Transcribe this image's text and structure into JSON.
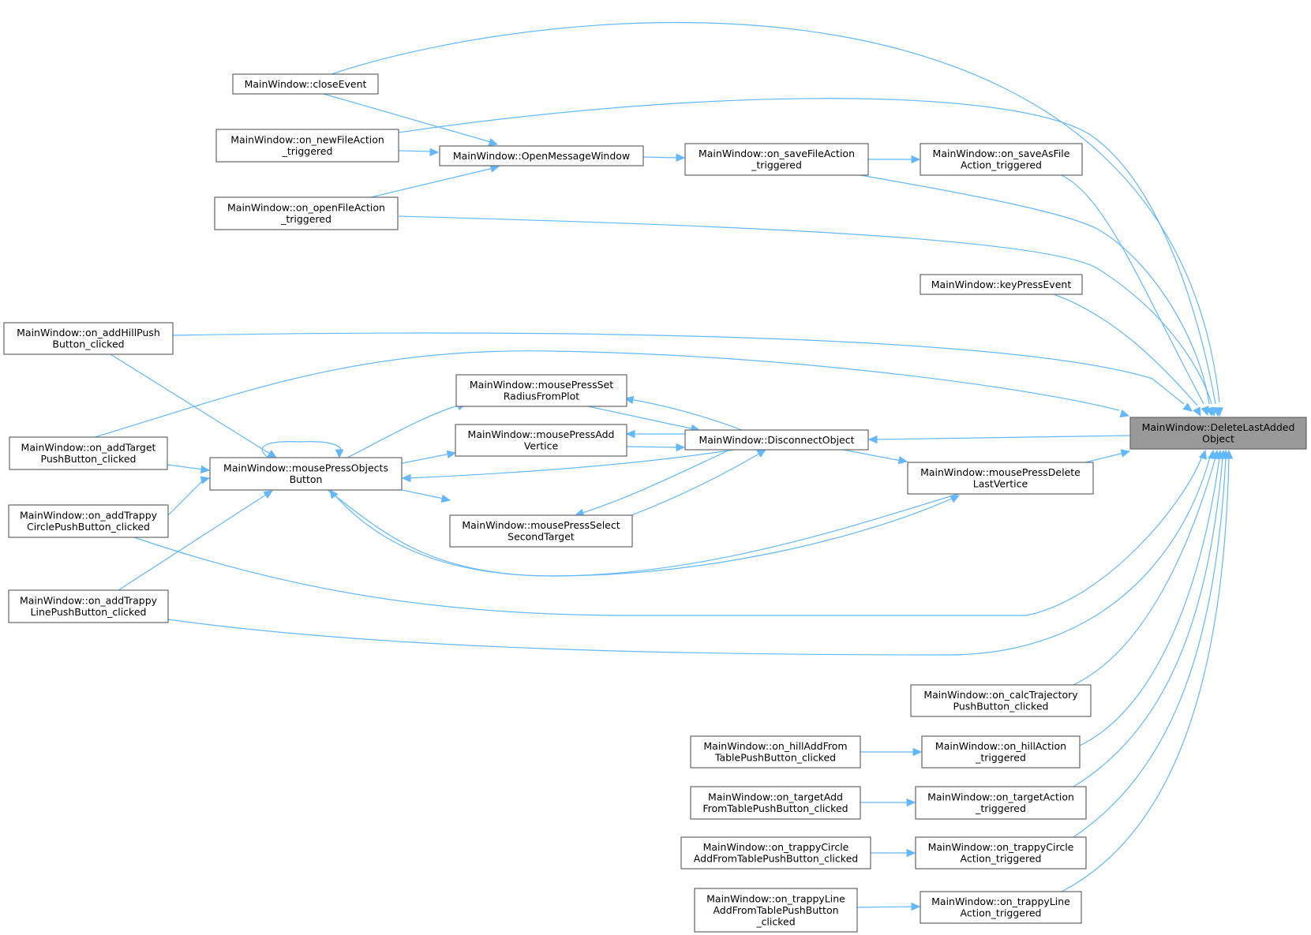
{
  "graph": {
    "colors": {
      "edge": "#63b8ff",
      "node_border": "#666666",
      "focus_fill": "#999999"
    },
    "nodes": [
      {
        "id": "focus",
        "lines": [
          "MainWindow::DeleteLastAdded",
          "Object"
        ],
        "focus": true
      },
      {
        "id": "closeEvent",
        "lines": [
          "MainWindow::closeEvent"
        ]
      },
      {
        "id": "newFile",
        "lines": [
          "MainWindow::on_newFileAction",
          "_triggered"
        ]
      },
      {
        "id": "openFile",
        "lines": [
          "MainWindow::on_openFileAction",
          "_triggered"
        ]
      },
      {
        "id": "openMsg",
        "lines": [
          "MainWindow::OpenMessageWindow"
        ]
      },
      {
        "id": "saveFile",
        "lines": [
          "MainWindow::on_saveFileAction",
          "_triggered"
        ]
      },
      {
        "id": "saveAs",
        "lines": [
          "MainWindow::on_saveAsFile",
          "Action_triggered"
        ]
      },
      {
        "id": "keyPress",
        "lines": [
          "MainWindow::keyPressEvent"
        ]
      },
      {
        "id": "addHill",
        "lines": [
          "MainWindow::on_addHillPush",
          "Button_clicked"
        ]
      },
      {
        "id": "setRadius",
        "lines": [
          "MainWindow::mousePressSet",
          "RadiusFromPlot"
        ]
      },
      {
        "id": "addVertice",
        "lines": [
          "MainWindow::mousePressAdd",
          "Vertice"
        ]
      },
      {
        "id": "disconnect",
        "lines": [
          "MainWindow::DisconnectObject"
        ]
      },
      {
        "id": "addTarget",
        "lines": [
          "MainWindow::on_addTarget",
          "PushButton_clicked"
        ]
      },
      {
        "id": "objButton",
        "lines": [
          "MainWindow::mousePressObjects",
          "Button"
        ]
      },
      {
        "id": "delLast",
        "lines": [
          "MainWindow::mousePressDelete",
          "LastVertice"
        ]
      },
      {
        "id": "trappyCircle",
        "lines": [
          "MainWindow::on_addTrappy",
          "CirclePushButton_clicked"
        ]
      },
      {
        "id": "selSecond",
        "lines": [
          "MainWindow::mousePressSelect",
          "SecondTarget"
        ]
      },
      {
        "id": "trappyLine",
        "lines": [
          "MainWindow::on_addTrappy",
          "LinePushButton_clicked"
        ]
      },
      {
        "id": "calcTraj",
        "lines": [
          "MainWindow::on_calcTrajectory",
          "PushButton_clicked"
        ]
      },
      {
        "id": "hillAdd",
        "lines": [
          "MainWindow::on_hillAddFrom",
          "TablePushButton_clicked"
        ]
      },
      {
        "id": "hillAction",
        "lines": [
          "MainWindow::on_hillAction",
          "_triggered"
        ]
      },
      {
        "id": "targetAdd",
        "lines": [
          "MainWindow::on_targetAdd",
          "FromTablePushButton_clicked"
        ]
      },
      {
        "id": "targetAction",
        "lines": [
          "MainWindow::on_targetAction",
          "_triggered"
        ]
      },
      {
        "id": "tcAdd",
        "lines": [
          "MainWindow::on_trappyCircle",
          "AddFromTablePushButton_clicked"
        ]
      },
      {
        "id": "tcAction",
        "lines": [
          "MainWindow::on_trappyCircle",
          "Action_triggered"
        ]
      },
      {
        "id": "tlAdd",
        "lines": [
          "MainWindow::on_trappyLine",
          "AddFromTablePushButton",
          "_clicked"
        ]
      },
      {
        "id": "tlAction",
        "lines": [
          "MainWindow::on_trappyLine",
          "Action_triggered"
        ]
      }
    ],
    "edges": [
      [
        "closeEvent",
        "focus"
      ],
      [
        "closeEvent",
        "openMsg"
      ],
      [
        "newFile",
        "focus"
      ],
      [
        "newFile",
        "openMsg"
      ],
      [
        "openFile",
        "focus"
      ],
      [
        "openFile",
        "openMsg"
      ],
      [
        "openMsg",
        "saveFile"
      ],
      [
        "saveFile",
        "saveAs"
      ],
      [
        "saveFile",
        "focus"
      ],
      [
        "saveAs",
        "focus"
      ],
      [
        "keyPress",
        "focus"
      ],
      [
        "addHill",
        "focus"
      ],
      [
        "addHill",
        "objButton"
      ],
      [
        "addTarget",
        "focus"
      ],
      [
        "addTarget",
        "objButton"
      ],
      [
        "trappyCircle",
        "focus"
      ],
      [
        "trappyCircle",
        "objButton"
      ],
      [
        "trappyLine",
        "focus"
      ],
      [
        "trappyLine",
        "objButton"
      ],
      [
        "objButton",
        "objButton"
      ],
      [
        "objButton",
        "setRadius"
      ],
      [
        "objButton",
        "addVertice"
      ],
      [
        "objButton",
        "selSecond"
      ],
      [
        "objButton",
        "focus"
      ],
      [
        "setRadius",
        "disconnect"
      ],
      [
        "disconnect",
        "setRadius"
      ],
      [
        "addVertice",
        "disconnect"
      ],
      [
        "disconnect",
        "addVertice"
      ],
      [
        "disconnect",
        "objButton"
      ],
      [
        "disconnect",
        "selSecond"
      ],
      [
        "selSecond",
        "disconnect"
      ],
      [
        "focus",
        "disconnect"
      ],
      [
        "disconnect",
        "delLast"
      ],
      [
        "delLast",
        "focus"
      ],
      [
        "delLast",
        "objButton"
      ],
      [
        "calcTraj",
        "focus"
      ],
      [
        "hillAdd",
        "hillAction"
      ],
      [
        "hillAction",
        "focus"
      ],
      [
        "targetAdd",
        "targetAction"
      ],
      [
        "targetAction",
        "focus"
      ],
      [
        "tcAdd",
        "tcAction"
      ],
      [
        "tcAction",
        "focus"
      ],
      [
        "tlAdd",
        "tlAction"
      ],
      [
        "tlAction",
        "focus"
      ]
    ]
  }
}
